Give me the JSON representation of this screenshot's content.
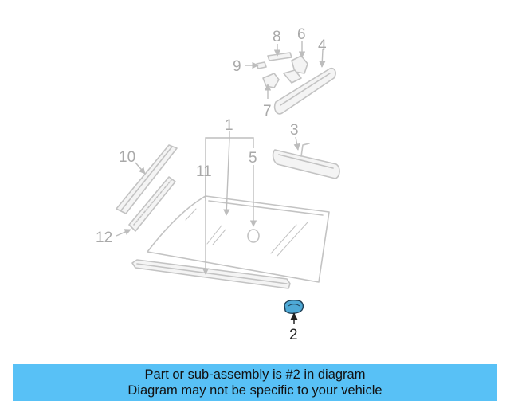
{
  "diagram": {
    "callouts": [
      "1",
      "2",
      "3",
      "4",
      "5",
      "6",
      "7",
      "8",
      "9",
      "10",
      "11",
      "12"
    ],
    "highlighted_part": "2",
    "highlight_color": "#4ea9d6"
  },
  "banner": {
    "line1": "Part or sub-assembly is #2 in diagram",
    "line2": "Diagram may not be specific to your vehicle",
    "background": "#58c1f6"
  }
}
